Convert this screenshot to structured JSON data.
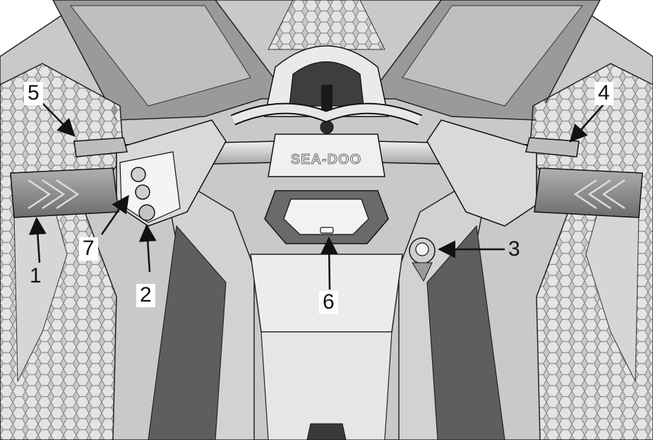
{
  "figure": {
    "brand_badge": "SEA-DOO",
    "callouts": [
      {
        "id": "1",
        "label": "1"
      },
      {
        "id": "2",
        "label": "2"
      },
      {
        "id": "3",
        "label": "3"
      },
      {
        "id": "4",
        "label": "4"
      },
      {
        "id": "5",
        "label": "5"
      },
      {
        "id": "6",
        "label": "6"
      },
      {
        "id": "7",
        "label": "7"
      }
    ]
  },
  "colors": {
    "background": "#ffffff",
    "outline": "#1a1a1a",
    "body_light": "#dcdcdc",
    "body_mid": "#b8b8b8",
    "body_dark": "#7a7a7a",
    "hex_pattern": "#9a9a9a"
  }
}
